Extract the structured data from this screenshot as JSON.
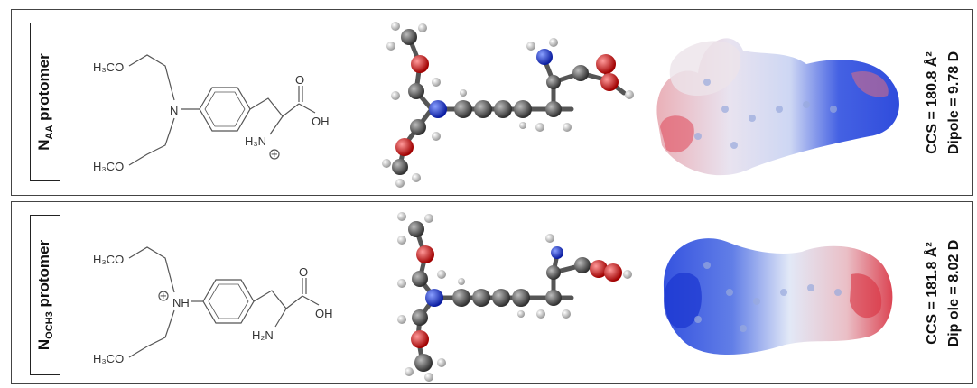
{
  "panels": [
    {
      "label_main": "N",
      "label_sub": "AA",
      "label_suffix": " protomer",
      "ccs": "CCS = 180.8 Å²",
      "dipole": "Dipole = 9.78 D",
      "structure": {
        "methoxy_top": "H₃CO",
        "methoxy_bottom": "H₃CO",
        "nitrogen": "N",
        "amine": "H₃N",
        "charge": "+",
        "carbonyl_o": "O",
        "hydroxyl": "OH"
      }
    },
    {
      "label_main": "N",
      "label_sub": "OCH3",
      "label_suffix": " protomer",
      "ccs": "CCS = 181.8 Å²",
      "dipole": "Dip ole = 8.02 D",
      "structure": {
        "methoxy_top": "H₃CO",
        "methoxy_bottom": "H₃CO",
        "nitrogen": "NH",
        "amine": "H₂N",
        "charge": "+",
        "carbonyl_o": "O",
        "hydroxyl": "OH"
      }
    }
  ],
  "colors": {
    "carbon": "#4a4a4a",
    "nitrogen": "#1f3fd6",
    "oxygen": "#d01818",
    "hydrogen": "#dddddd",
    "surface_positive": "#2a4ae0",
    "surface_negative": "#e03030",
    "surface_neutral": "#e8e2f0"
  }
}
